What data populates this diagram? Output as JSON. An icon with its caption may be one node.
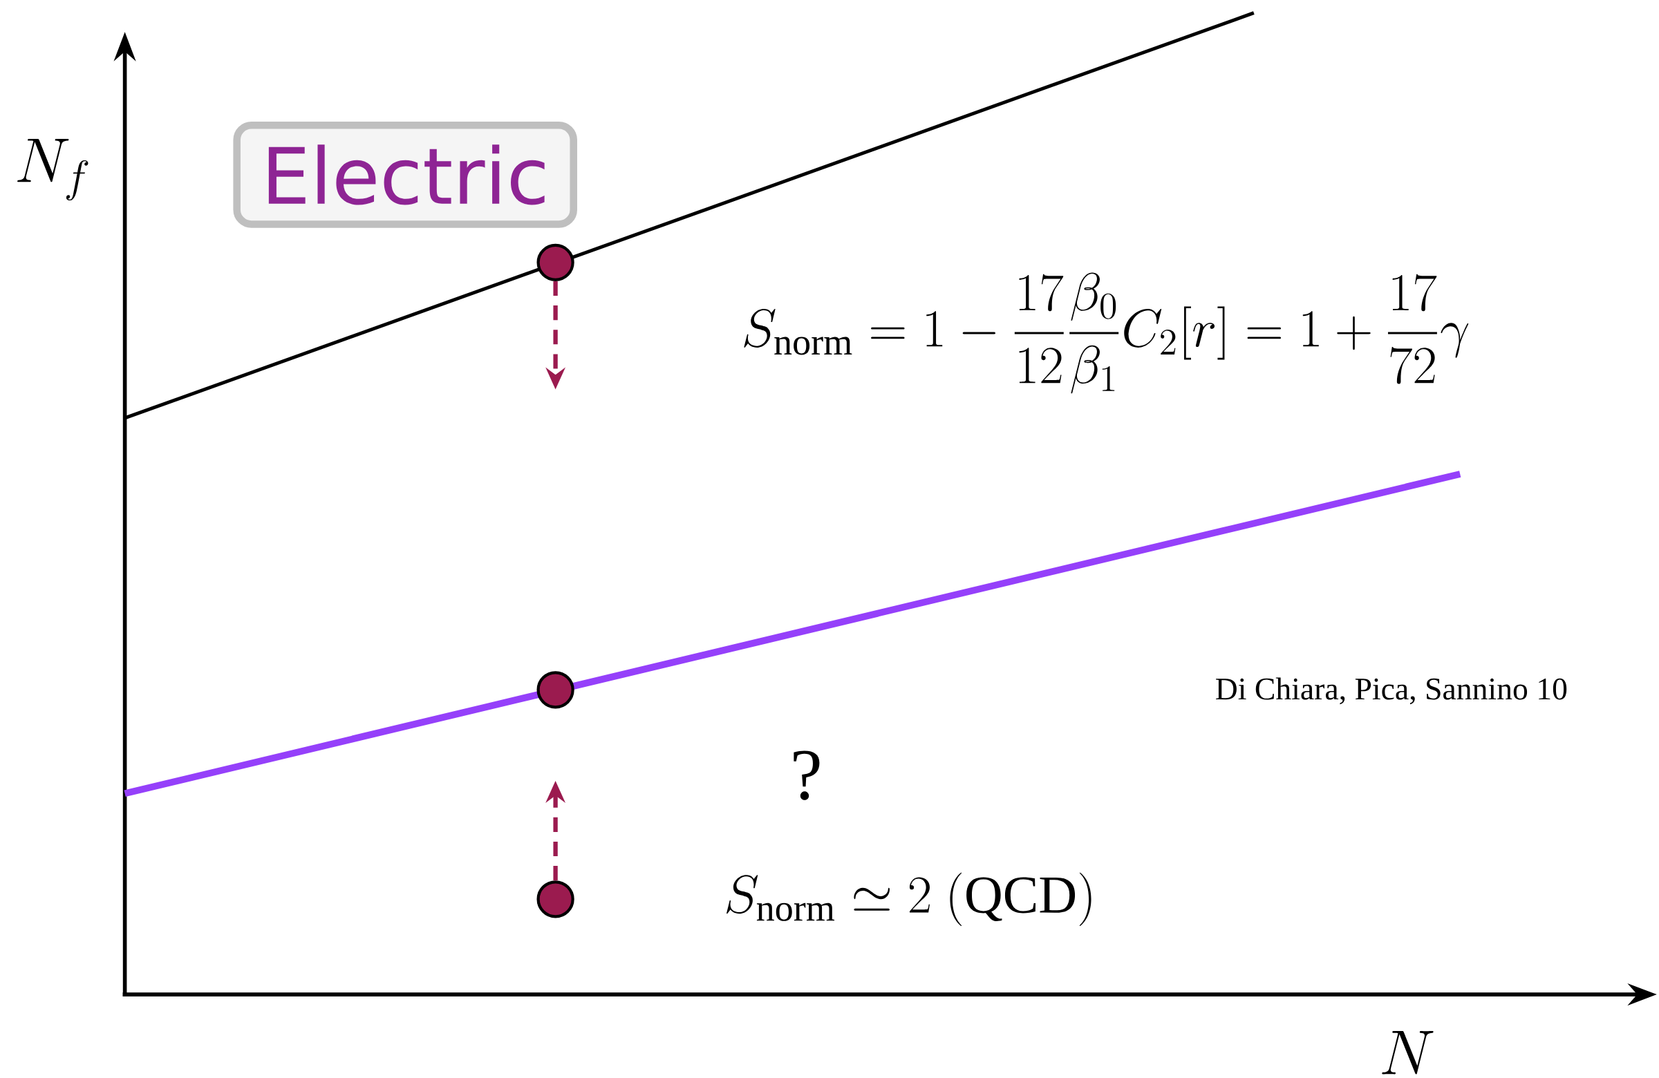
{
  "diagram": {
    "nodes": [
      {
        "text": [
          "Electric"
        ]
      },
      {
        "text": [],
        "shape": "circle"
      },
      {
        "text": [],
        "shape": "circle"
      },
      {
        "text": [],
        "shape": "circle"
      }
    ],
    "edges": [
      {
        "from": 1,
        "to": null,
        "arrow": "to",
        "style": "dashed"
      },
      {
        "from": 3,
        "to": null,
        "arrow": "to",
        "style": "dashed"
      }
    ],
    "labels": [
      "N_f",
      "N",
      "S_{\\mathrm{norm}} = 1 - \\frac{17}{12}\\frac{\\beta_0}{\\beta_1}C_2[r] = 1 + \\frac{17}{72}\\gamma",
      "?",
      "S_{\\mathrm{norm}} \\simeq 2\\ (\\mathrm{QCD})",
      "Di Chiara, Pica, Sannino 10"
    ]
  }
}
